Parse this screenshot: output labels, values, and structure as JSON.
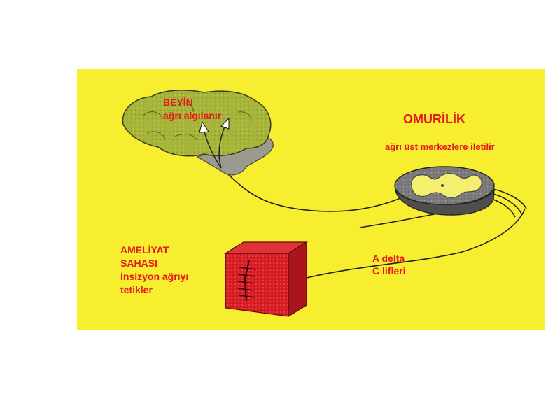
{
  "colors": {
    "background_panel": "#f7ee2f",
    "label_red": "#e8151b",
    "brain": "#a7b53a",
    "brainstem": "#9a9a8e",
    "spinal_cord_outer": "#737373",
    "spinal_cord_inner": "#f4ef6e",
    "tissue_block": "#d81c23"
  },
  "labels": {
    "brain": {
      "title": "BEYİN",
      "subtitle": "ağrı algılanır"
    },
    "spinal_cord": {
      "title": "OMURİLİK",
      "subtitle": "ağrı üst merkezlere iletilir"
    },
    "surgery_site": {
      "line1": "AMELİYAT",
      "line2": "SAHASI",
      "line3": "İnsizyon ağrıyı",
      "line4": "tetikler"
    },
    "fibers": {
      "line1": "A delta",
      "line2": "C lifleri"
    }
  }
}
